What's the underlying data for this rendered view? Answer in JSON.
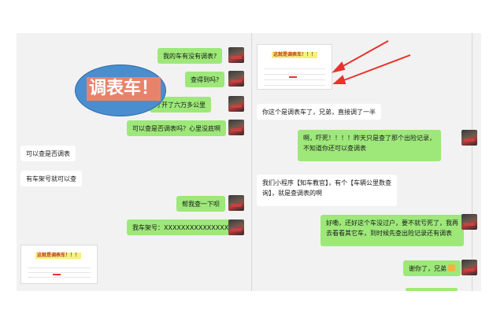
{
  "messages": {
    "m1": "我的车有没有调表?",
    "m2": "查得到吗?",
    "m3": "才开了六万多公里",
    "m4": "可以查是否调表吗？心里没底啊",
    "m5": "可以查是否调表",
    "m6": "有车架号就可以查",
    "m7": "帮我查一下呗",
    "m8": "我车架号：XXXXXXXXXXXXXXX",
    "r1": "你这个是调表车了，兄弟，直接调了一半",
    "r2_l1": "啊，吓死！！！！昨天只是查了那个出险记录，",
    "r2_l2": "不知道你还可以查调表",
    "r3_l1": "我们小程序【知车教官】，有个【车辆公里数查",
    "r3_l2": "询】，就是查调表的啊",
    "r4_l1": "好嘞，还好这个车没过户，要不就亏死了，我再",
    "r4_l2": "去看看其它车，到时候先查出险记录还有调表",
    "r5": "谢你了，兄弟"
  },
  "thumbnail": {
    "title": "这就是调表车！！！"
  },
  "callout": {
    "text": "调表车！"
  },
  "colors": {
    "green_bubble": "#9de879",
    "white_bubble": "#ffffff",
    "callout_blue": "#4a8ed0",
    "callout_label": "#e8836b",
    "arrow_red": "#e8322b"
  }
}
